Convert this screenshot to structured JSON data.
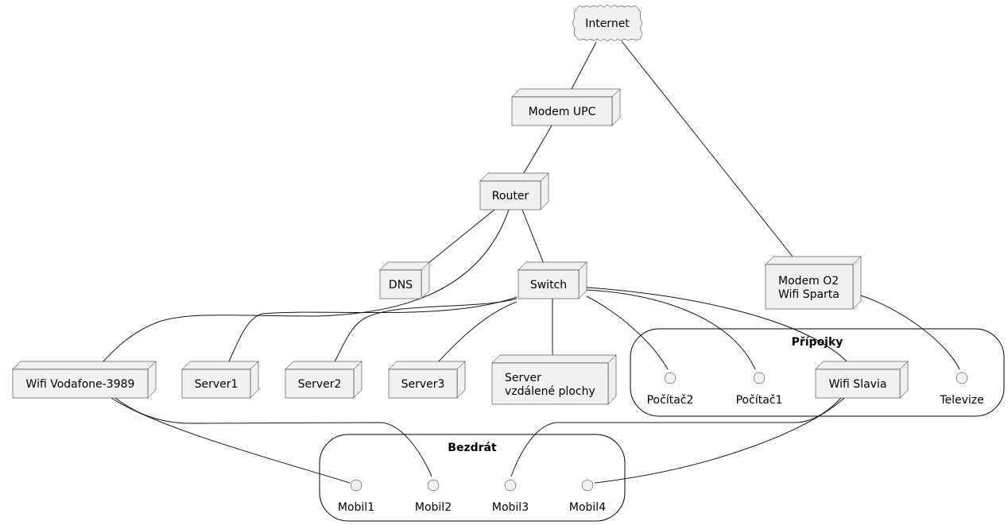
{
  "diagram": {
    "type": "network deployment diagram",
    "cloud": {
      "id": "internet",
      "label": "Internet"
    },
    "nodes": [
      {
        "id": "modem_upc",
        "label": [
          "Modem UPC"
        ]
      },
      {
        "id": "router",
        "label": [
          "Router"
        ]
      },
      {
        "id": "dns",
        "label": [
          "DNS"
        ]
      },
      {
        "id": "switch",
        "label": [
          "Switch"
        ]
      },
      {
        "id": "modem_o2",
        "label": [
          "Modem O2",
          "Wifi Sparta"
        ]
      },
      {
        "id": "wifi_vodafone",
        "label": [
          "Wifi Vodafone-3989"
        ]
      },
      {
        "id": "server1",
        "label": [
          "Server1"
        ]
      },
      {
        "id": "server2",
        "label": [
          "Server2"
        ]
      },
      {
        "id": "server3",
        "label": [
          "Server3"
        ]
      },
      {
        "id": "server_rdp",
        "label": [
          "Server",
          "vzdálené plochy"
        ]
      },
      {
        "id": "wifi_slavia",
        "label": [
          "Wifi Slavia"
        ]
      }
    ],
    "groups": [
      {
        "id": "pripojky",
        "title": "Přípojky"
      },
      {
        "id": "bezdrat",
        "title": "Bezdrát"
      }
    ],
    "interfaces": [
      {
        "id": "pocitac2",
        "label": "Počítač2",
        "group": "pripojky"
      },
      {
        "id": "pocitac1",
        "label": "Počítač1",
        "group": "pripojky"
      },
      {
        "id": "televize",
        "label": "Televize",
        "group": "pripojky"
      },
      {
        "id": "mobil1",
        "label": "Mobil1",
        "group": "bezdrat"
      },
      {
        "id": "mobil2",
        "label": "Mobil2",
        "group": "bezdrat"
      },
      {
        "id": "mobil3",
        "label": "Mobil3",
        "group": "bezdrat"
      },
      {
        "id": "mobil4",
        "label": "Mobil4",
        "group": "bezdrat"
      }
    ],
    "edges": [
      [
        "internet",
        "modem_upc"
      ],
      [
        "internet",
        "modem_o2"
      ],
      [
        "modem_upc",
        "router"
      ],
      [
        "router",
        "dns"
      ],
      [
        "router",
        "switch"
      ],
      [
        "router",
        "wifi_vodafone"
      ],
      [
        "switch",
        "server1"
      ],
      [
        "switch",
        "server2"
      ],
      [
        "switch",
        "server3"
      ],
      [
        "switch",
        "server_rdp"
      ],
      [
        "switch",
        "pocitac2"
      ],
      [
        "switch",
        "pocitac1"
      ],
      [
        "switch",
        "wifi_slavia"
      ],
      [
        "modem_o2",
        "televize"
      ],
      [
        "wifi_vodafone",
        "mobil1"
      ],
      [
        "wifi_vodafone",
        "mobil2"
      ],
      [
        "wifi_slavia",
        "mobil3"
      ],
      [
        "wifi_slavia",
        "mobil4"
      ]
    ]
  }
}
